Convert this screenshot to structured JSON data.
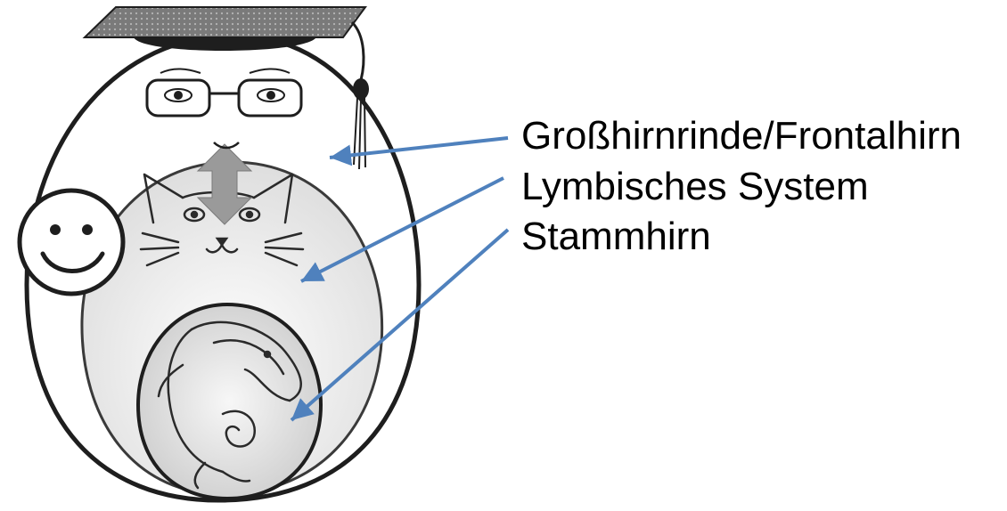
{
  "labels": [
    "Großhirnrinde/Frontalhirn",
    "Lymbisches System",
    "Stammhirn"
  ],
  "colors": {
    "arrow": "#4f81bd",
    "outline": "#222222",
    "inner_gradient": "#e6e6e6",
    "cap": "#666666",
    "up_arrow": "#9a9a9a"
  },
  "icons": [
    "graduate-head-icon",
    "cat-icon",
    "lizard-embryo-icon",
    "smiley-icon",
    "updown-arrow-icon"
  ]
}
